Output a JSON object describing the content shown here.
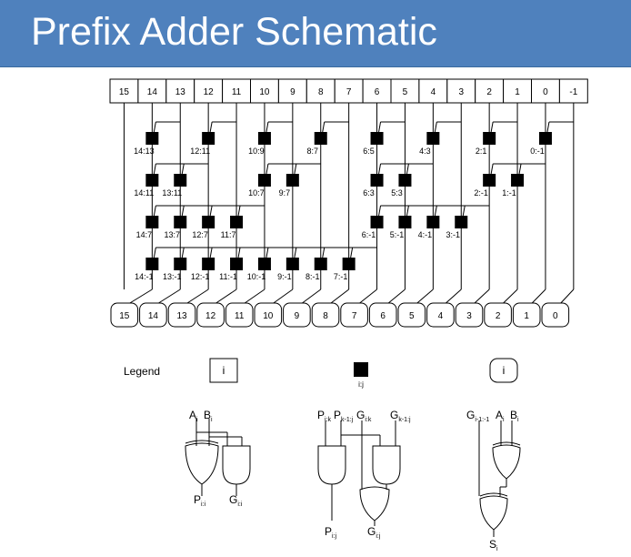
{
  "slide": {
    "title": "Prefix Adder Schematic",
    "title_bg": "#4f81bd",
    "title_color": "#ffffff"
  },
  "top_bits": [
    "15",
    "14",
    "13",
    "12",
    "11",
    "10",
    "9",
    "8",
    "7",
    "6",
    "5",
    "4",
    "3",
    "2",
    "1",
    "0",
    "-1"
  ],
  "bottom_bits": [
    "15",
    "14",
    "13",
    "12",
    "11",
    "10",
    "9",
    "8",
    "7",
    "6",
    "5",
    "4",
    "3",
    "2",
    "1",
    "0"
  ],
  "stage1": [
    "14:13",
    "12:11",
    "10:9",
    "8:7",
    "6:5",
    "4:3",
    "2:1",
    "0:-1"
  ],
  "stage2": [
    "14:11",
    "13:11",
    "10:7",
    "9:7",
    "6:3",
    "5:3",
    "2:-1",
    "1:-1"
  ],
  "stage3": [
    "14:7",
    "13:7",
    "12:7",
    "11:7",
    "6:-1",
    "5:-1",
    "4:-1",
    "3:-1"
  ],
  "stage4": [
    "14:-1",
    "13:-1",
    "12:-1",
    "11:-1",
    "10:-1",
    "9:-1",
    "8:-1",
    "7:-1"
  ],
  "legend": {
    "label": "Legend",
    "box_i": "i",
    "black_label": "i:j",
    "round_i": "i",
    "c1_A": "A",
    "c1_A_sub": "i",
    "c1_B": "B",
    "c1_B_sub": "i",
    "c1_P": "P",
    "c1_P_sub": "i:i",
    "c1_G": "G",
    "c1_G_sub": "i:i",
    "c2_P1": "P",
    "c2_P1_sub": "i:k",
    "c2_P2": "P",
    "c2_P2_sub": "k-1:j",
    "c2_G1": "G",
    "c2_G1_sub": "i:k",
    "c2_G2": "G",
    "c2_G2_sub": "k-1:j",
    "c2_Pout": "P",
    "c2_Pout_sub": "i:j",
    "c2_Gout": "G",
    "c2_Gout_sub": "i:j",
    "c3_G": "G",
    "c3_G_sub": "i-1:-1",
    "c3_A": "A",
    "c3_A_sub": "i",
    "c3_B": "B",
    "c3_B_sub": "i",
    "c3_S": "S",
    "c3_S_sub": "i"
  }
}
